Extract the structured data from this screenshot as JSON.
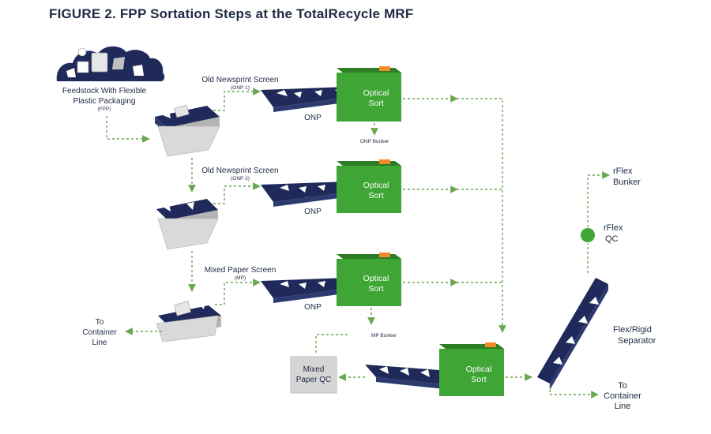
{
  "figure": {
    "title": "FIGURE 2. FPP Sortation Steps at the TotalRecycle MRF"
  },
  "feedstock": {
    "label_line1": "Feedstock With Flexible",
    "label_line2": "Plastic Packaging",
    "label_abbr": "(FPP)"
  },
  "screens": [
    {
      "name": "Old Newsprint Screen",
      "abbr": "(ONP 1)",
      "conveyor_label": "ONP",
      "sorter_line1": "Optical",
      "sorter_line2": "Sort",
      "bunker": "ONP Bunker"
    },
    {
      "name": "Old Newsprint Screen",
      "abbr": "(ONP 2)",
      "conveyor_label": "ONP",
      "sorter_line1": "Optical",
      "sorter_line2": "Sort"
    },
    {
      "name": "Mixed Paper Screen",
      "abbr": "(MP)",
      "conveyor_label": "ONP",
      "sorter_line1": "Optical",
      "sorter_line2": "Sort",
      "bunker": "MP Bunker"
    }
  ],
  "left_output": {
    "line1": "To",
    "line2": "Container",
    "line3": "Line"
  },
  "final_sort": {
    "line1": "Optical",
    "line2": "Sort"
  },
  "mixed_paper_qc": {
    "line1": "Mixed",
    "line2": "Paper QC"
  },
  "separator": {
    "line1": "Flex/Rigid",
    "line2": "Separator"
  },
  "rflex_qc": {
    "line1": "rFlex",
    "line2": "QC"
  },
  "rflex_bunker": {
    "line1": "rFlex",
    "line2": "Bunker"
  },
  "right_output": {
    "line1": "To",
    "line2": "Container",
    "line3": "Line"
  },
  "colors": {
    "sorter_green": "#3fa535",
    "sorter_dark": "#2d7d27",
    "sorter_accent": "#f28c28",
    "conveyor_navy": "#1f2a5a",
    "hopper_gray": "#d9d9d9",
    "flow_green": "#6aa84f",
    "qc_box": "#d5d5d5",
    "title_navy": "#1f2a44"
  }
}
